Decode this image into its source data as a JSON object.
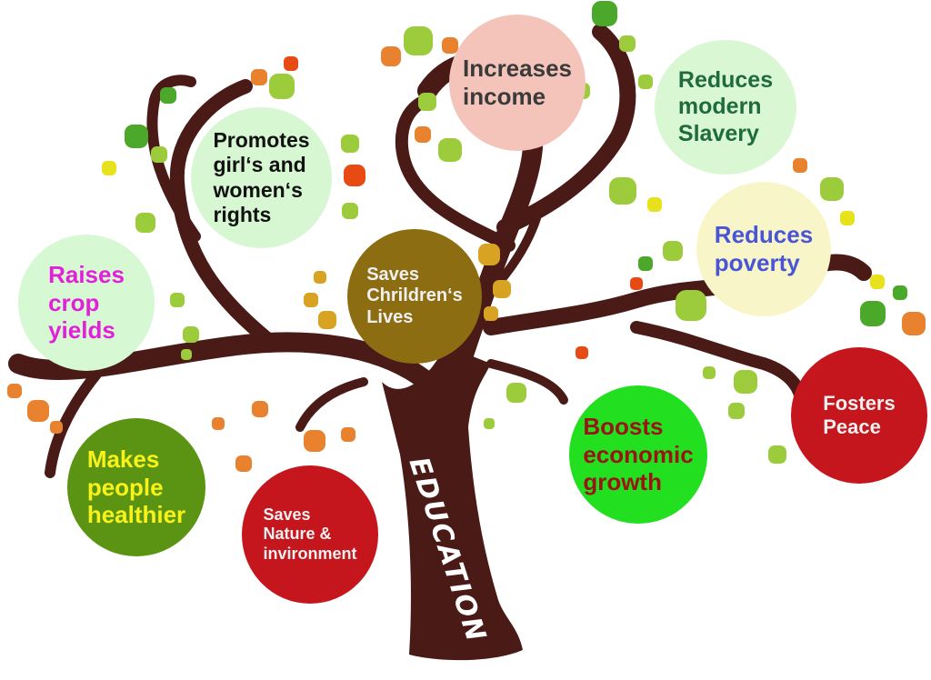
{
  "trunk_label": "EDUCATION",
  "bubbles": [
    {
      "key": "increases-income",
      "text": "Increases\nincome",
      "bg": "#f4c4bb",
      "color": "#3a3a3a"
    },
    {
      "key": "reduces-modern-slavery",
      "text": "Reduces\nmodern\nSlavery",
      "bg": "#d9f7d3",
      "color": "#1f6b3c"
    },
    {
      "key": "promotes-rights",
      "text": "Promotes\ngirl‘s and\nwomen‘s\nrights",
      "bg": "#d6f7d1",
      "color": "#111111"
    },
    {
      "key": "reduces-poverty",
      "text": "Reduces\npoverty",
      "bg": "#f8f6c8",
      "color": "#4a55d6"
    },
    {
      "key": "raises-crop-yields",
      "text": "Raises\ncrop\nyields",
      "bg": "#d6f8d2",
      "color": "#e21fd9"
    },
    {
      "key": "saves-childrens-lives",
      "text": "Saves\nChrildren‘s\nLives",
      "bg": "#8c6d12",
      "color": "#f0f0f0"
    },
    {
      "key": "fosters-peace",
      "text": "Fosters\nPeace",
      "bg": "#c4161c",
      "color": "#f0f0f0"
    },
    {
      "key": "boosts-growth",
      "text": "Boosts\neconomic\ngrowth",
      "bg": "#22e01f",
      "color": "#9a1414"
    },
    {
      "key": "makes-healthier",
      "text": "Makes\npeople\nhealthier",
      "bg": "#5a9412",
      "color": "#f7f21a"
    },
    {
      "key": "saves-nature",
      "text": "Saves\nNature &\ninvironment",
      "bg": "#c4161c",
      "color": "#f0f0f0"
    }
  ],
  "colors": {
    "trunk": "#4a1a17",
    "leaf_green": "#9ccc3c",
    "leaf_dark": "#4ca82a",
    "leaf_orange": "#e8822e",
    "leaf_red": "#e84a14",
    "leaf_yellow": "#e8e21c",
    "leaf_gold": "#d8a222"
  }
}
